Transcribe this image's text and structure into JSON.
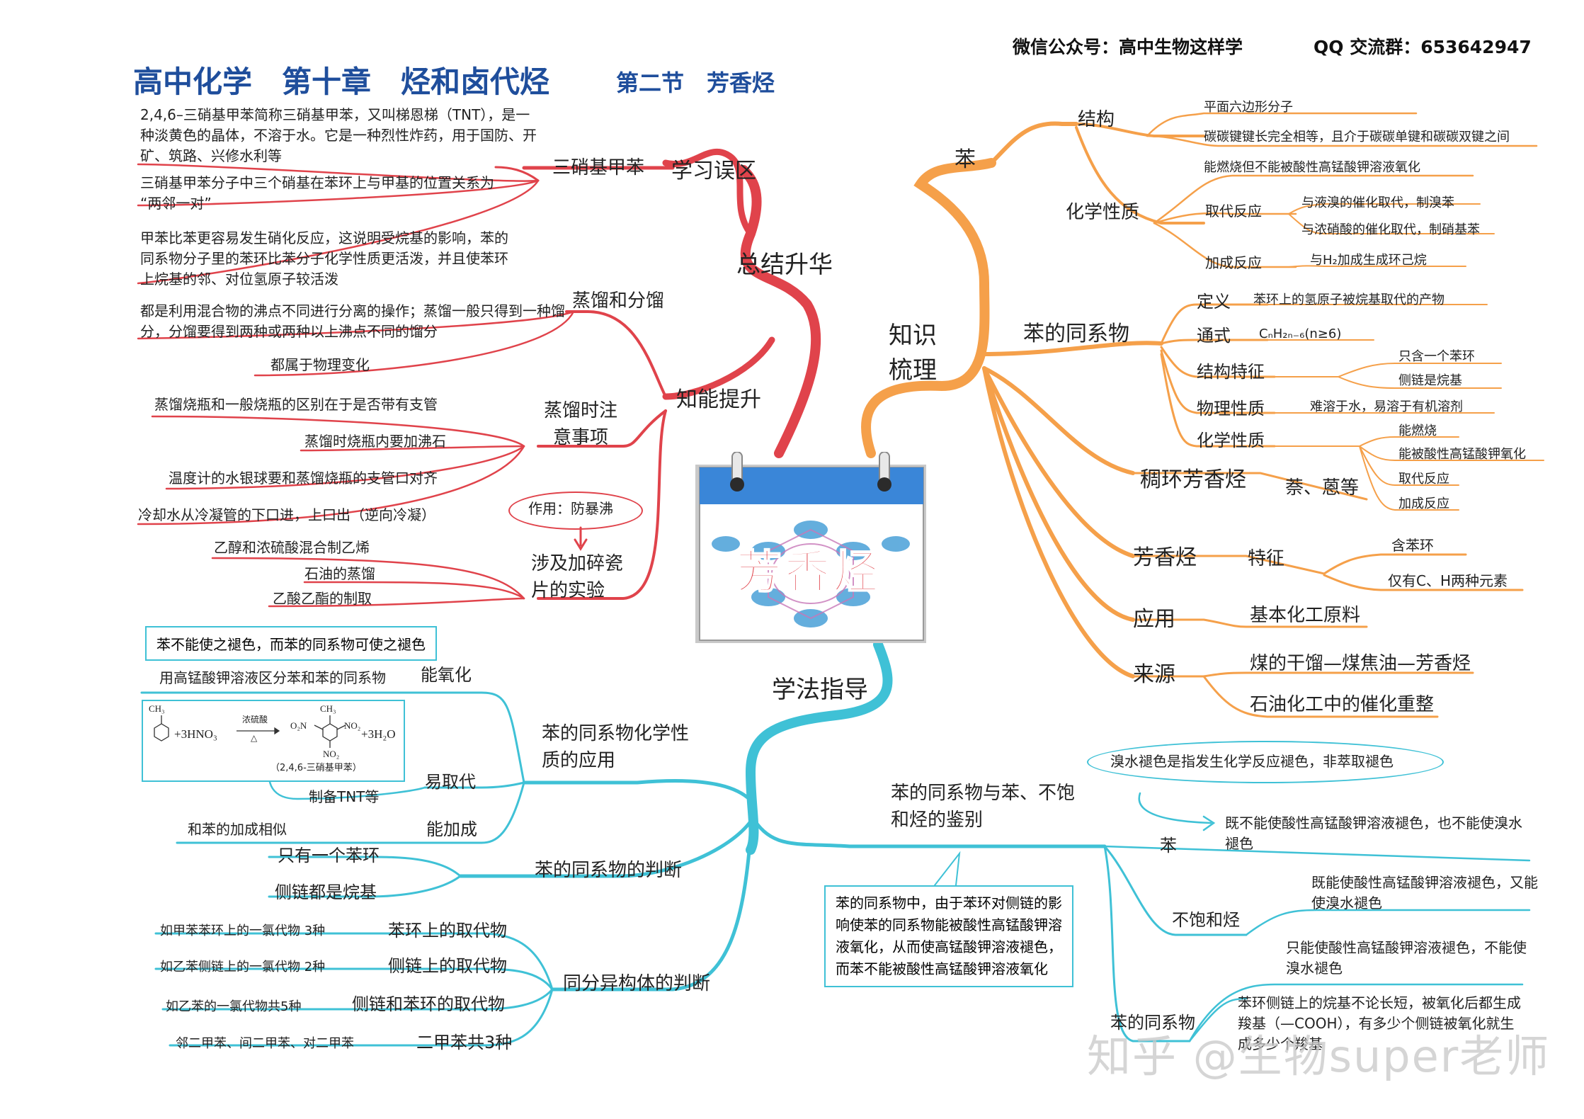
{
  "header": {
    "wechat": "微信公众号：高中生物这样学",
    "qq": "QQ 交流群：653642947",
    "title": "高中化学　第十章　烃和卤代烃",
    "subtitle": "第二节　芳香烃"
  },
  "center": {
    "label": "芳香烃"
  },
  "summary": {
    "label": "总结升华",
    "mistakes": {
      "label": "学习误区",
      "topic": "三硝基甲苯",
      "notes": [
        "2,4,6–三硝基甲苯简称三硝基甲苯，又叫梯恩梯（TNT），是一种淡黄色的晶体，不溶于水。它是一种烈性炸药，用于国防、开矿、筑路、兴修水利等",
        "三硝基甲苯分子中三个硝基在苯环上与甲基的位置关系为 “两邻一对”",
        "甲苯比苯更容易发生硝化反应，这说明受烷基的影响，苯的同系物分子里的苯环比苯分子化学性质更活泼，并且使苯环上烷基的邻、对位氢原子较活泼"
      ]
    },
    "improve": {
      "label": "知能提升",
      "distill": {
        "label": "蒸馏和分馏",
        "notes": [
          "都是利用混合物的沸点不同进行分离的操作；蒸馏一般只得到一种馏分，分馏要得到两种或两种以上沸点不同的馏分",
          "都属于物理变化"
        ]
      },
      "care": {
        "label": "蒸馏时注意事项",
        "notes": [
          "蒸馏烧瓶和一般烧瓶的区别在于是否带有支管",
          "蒸馏时烧瓶内要加沸石",
          "温度计的水银球要和蒸馏烧瓶的支管口对齐",
          "冷却水从冷凝管的下口进，上口出（逆向冷凝）"
        ]
      },
      "chips": {
        "label": "涉及加碎瓷片的实验",
        "purpose": "作用：防暴沸",
        "items": [
          "乙醇和浓硫酸混合制乙烯",
          "石油的蒸馏",
          "乙酸乙酯的制取"
        ]
      }
    }
  },
  "knowledge": {
    "label": "知识梳理",
    "benzene": {
      "label": "苯",
      "structure": {
        "label": "结构",
        "items": [
          "平面六边形分子",
          "碳碳键键长完全相等，且介于碳碳单键和碳碳双键之间"
        ]
      },
      "chem": {
        "label": "化学性质",
        "burn": "能燃烧但不能被酸性高锰酸钾溶液氧化",
        "sub": {
          "label": "取代反应",
          "items": [
            "与液溴的催化取代，制溴苯",
            "与浓硝酸的催化取代，制硝基苯"
          ]
        },
        "add": {
          "label": "加成反应",
          "item": "与H₂加成生成环己烷"
        }
      }
    },
    "homologs": {
      "label": "苯的同系物",
      "def": {
        "label": "定义",
        "value": "苯环上的氢原子被烷基取代的产物"
      },
      "formula": {
        "label": "通式",
        "value": "CₙH₂ₙ₋₆(n≥6)"
      },
      "feature": {
        "label": "结构特征",
        "items": [
          "只含一个苯环",
          "侧链是烷基"
        ]
      },
      "phys": {
        "label": "物理性质",
        "value": "难溶于水，易溶于有机溶剂"
      },
      "chem": {
        "label": "化学性质",
        "items": [
          "能燃烧",
          "能被酸性高锰酸钾氧化",
          "取代反应",
          "加成反应"
        ]
      }
    },
    "fused": {
      "label": "稠环芳香烃",
      "value": "萘、蒽等"
    },
    "aromatic": {
      "label": "芳香烃",
      "feature": "特征",
      "items": [
        "含苯环",
        "仅有C、H两种元素"
      ]
    },
    "use": {
      "label": "应用",
      "value": "基本化工原料"
    },
    "source": {
      "label": "来源",
      "items": [
        "煤的干馏—煤焦油—芳香烃",
        "石油化工中的催化重整"
      ]
    }
  },
  "method": {
    "label": "学法指导",
    "app": {
      "label": "苯的同系物化学性质的应用",
      "note_box": "苯不能使之褪色，而苯的同系物可使之褪色",
      "oxidize": {
        "label": "能氧化",
        "note": "用高锰酸钾溶液区分苯和苯的同系物"
      },
      "substitute": {
        "label": "易取代",
        "note": "制备TNT等"
      },
      "addition": {
        "label": "能加成",
        "note": "和苯的加成相似"
      },
      "eq": {
        "ch3": "CH₃",
        "lhs": "+3HNO₃",
        "cond_top": "浓硫酸",
        "cond_bot": "△",
        "o2n": "O₂N",
        "no2": "NO₂",
        "rhs": "+3H₂O",
        "name": "（2,4,6-三硝基甲苯）"
      }
    },
    "judge": {
      "label": "苯的同系物的判断",
      "items": [
        "只有一个苯环",
        "侧链都是烷基"
      ]
    },
    "isomer": {
      "label": "同分异构体的判断",
      "items": [
        {
          "label": "苯环上的取代物",
          "note": "如甲苯苯环上的一氯代物  3种"
        },
        {
          "label": "侧链上的取代物",
          "note": "如乙苯侧链上的一氯代物  2种"
        },
        {
          "label": "侧链和苯环的取代物",
          "note": "如乙苯的一氯代物共5种"
        },
        {
          "label": "二甲苯共3种",
          "note": "邻二甲苯、间二甲苯、对二甲苯"
        }
      ]
    },
    "identify": {
      "label": "苯的同系物与苯、不饱和烃的鉴别",
      "bubble": "溴水褪色是指发生化学反应褪色，非萃取褪色",
      "callout": "苯的同系物中，由于苯环对侧链的影响使苯的同系物能被酸性高锰酸钾溶液氧化，从而使高锰酸钾溶液褪色，而苯不能被酸性高锰酸钾溶液氧化",
      "benzene": {
        "label": "苯",
        "note": "既不能使酸性高锰酸钾溶液褪色，也不能使溴水褪色"
      },
      "unsat": {
        "label": "不饱和烃",
        "note": "既能使酸性高锰酸钾溶液褪色，又能使溴水褪色"
      },
      "homolog": {
        "label": "苯的同系物",
        "note1": "只能使酸性高锰酸钾溶液褪色，不能使溴水褪色",
        "note2": "苯环侧链上的烷基不论长短，被氧化后都生成羧基（—COOH），有多少个侧链被氧化就生成多少个羧基"
      }
    }
  },
  "watermark": "知乎 @生物super老师",
  "colors": {
    "red": "#e0434b",
    "orange": "#f5a04a",
    "cyan": "#3fc1d6",
    "title": "#1f4e9c"
  }
}
